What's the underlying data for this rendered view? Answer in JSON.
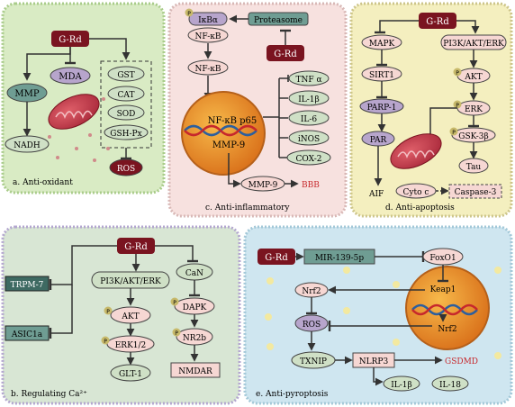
{
  "panels": {
    "a": {
      "caption": "a. Anti-oxidant",
      "center": "G-Rd",
      "nodes": {
        "mmp": "MMP",
        "mda": "MDA",
        "nadh": "NADH",
        "gst": "GST",
        "cat": "CAT",
        "sod": "SOD",
        "gshpx": "GSH-Px",
        "ros": "ROS"
      }
    },
    "c": {
      "caption": "c. Anti-inflammatory",
      "center": "G-Rd",
      "nodes": {
        "ikba": "IκBα",
        "nfkb_top": "NF-κB",
        "proteasome": "Proteasome",
        "nfkb_mid": "NF-κB",
        "nucleus_p65": "NF-κB p65",
        "nucleus_mmp9": "MMP-9",
        "tnfa": "TNF α",
        "il1b": "IL-1β",
        "il6": "IL-6",
        "inos": "iNOS",
        "cox2": "COX-2",
        "mmp9": "MMP-9",
        "bbb": "BBB"
      },
      "p_badge": "P"
    },
    "d": {
      "caption": "d. Anti-apoptosis",
      "center": "G-Rd",
      "nodes": {
        "mapk": "MAPK",
        "pi3k": "PI3K/AKT/ERK",
        "sirt1": "SIRT1",
        "akt": "AKT",
        "parp1": "PARP-1",
        "erk": "ERK",
        "par": "PAR",
        "gsk3b": "GSK-3β",
        "tau": "Tau",
        "aif": "AIF",
        "cytoc": "Cyto c",
        "caspase3": "Caspase-3"
      },
      "p_badge": "P"
    },
    "b": {
      "caption": "b. Regulating Ca²⁺",
      "center": "G-Rd",
      "nodes": {
        "trpm7": "TRPM-7",
        "asic1a": "ASIC1a",
        "pi3k": "PI3K/AKT/ERK",
        "akt": "AKT",
        "erk12": "ERK1/2",
        "glt1": "GLT-1",
        "can": "CaN",
        "dapk": "DAPK",
        "nr2b": "NR2b",
        "nmdar": "NMDAR"
      },
      "p_badge": "P"
    },
    "e": {
      "caption": "e. Anti-pyroptosis",
      "center": "G-Rd",
      "nodes": {
        "mir": "MIR-139-5p",
        "foxo1": "FoxO1",
        "nrf2_left": "Nrf2",
        "keap1": "Keap1",
        "nrf2_nuc": "Nrf2",
        "ros": "ROS",
        "txnip": "TXNIP",
        "nlrp3": "NLRP3",
        "gsdmd": "GSDMD",
        "il1b": "IL-1β",
        "il18": "IL-18"
      }
    }
  },
  "colors": {
    "grd_fill": "#7a1420",
    "panel_a_bg": "#d9ebc4",
    "panel_c_bg": "#f7e1df",
    "panel_d_bg": "#f4efbf",
    "panel_b_bg": "#d8e6d4",
    "panel_e_bg": "#cfe6f0",
    "node_green": "#cfe0c6",
    "node_pink": "#f6d7d3",
    "node_purple": "#b7a5cc",
    "node_teal": "#6f9d93",
    "node_darkgreen": "#3e6a62",
    "node_gold": "#c7b96a",
    "nucleus": "#e68a22",
    "bbb_red": "#c7282c"
  }
}
